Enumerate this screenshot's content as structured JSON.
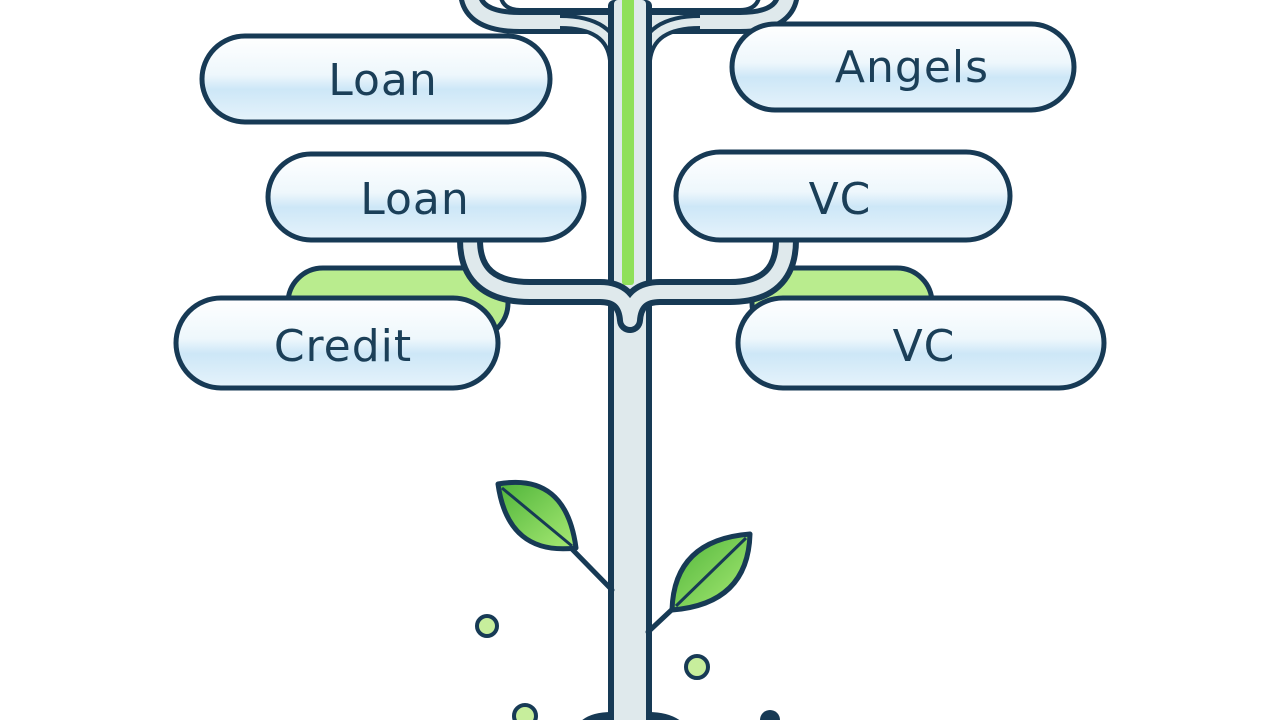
{
  "diagram": {
    "colors": {
      "outline": "#173a55",
      "pill_fill_top": "#ffffff",
      "pill_fill_bottom": "#c9e6f7",
      "stem_green": "#8fe05a",
      "leaf_green": "#6fcf4a",
      "branch_fill": "#dfe9ec",
      "background": "#ffffff"
    },
    "left_nodes": [
      {
        "label": "Loan"
      },
      {
        "label": "Loan"
      },
      {
        "label": "Credit"
      }
    ],
    "right_nodes": [
      {
        "label": "Angels"
      },
      {
        "label": "VC"
      },
      {
        "label": "VC"
      }
    ]
  }
}
